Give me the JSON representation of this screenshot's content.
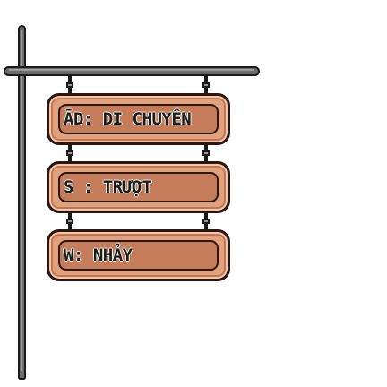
{
  "scene": {
    "description_icon": "hanging-signpost"
  },
  "signs": [
    {
      "label": "ĀD: DI CHUYÊN"
    },
    {
      "label": "S : TRƯỢT"
    },
    {
      "label": "W: NHẢY"
    }
  ],
  "colors": {
    "post": "#6d6d6d",
    "outline": "#1a1a1a",
    "board": "#e2a17d",
    "panel": "#c47c5b",
    "text": "#1c1c1c"
  }
}
